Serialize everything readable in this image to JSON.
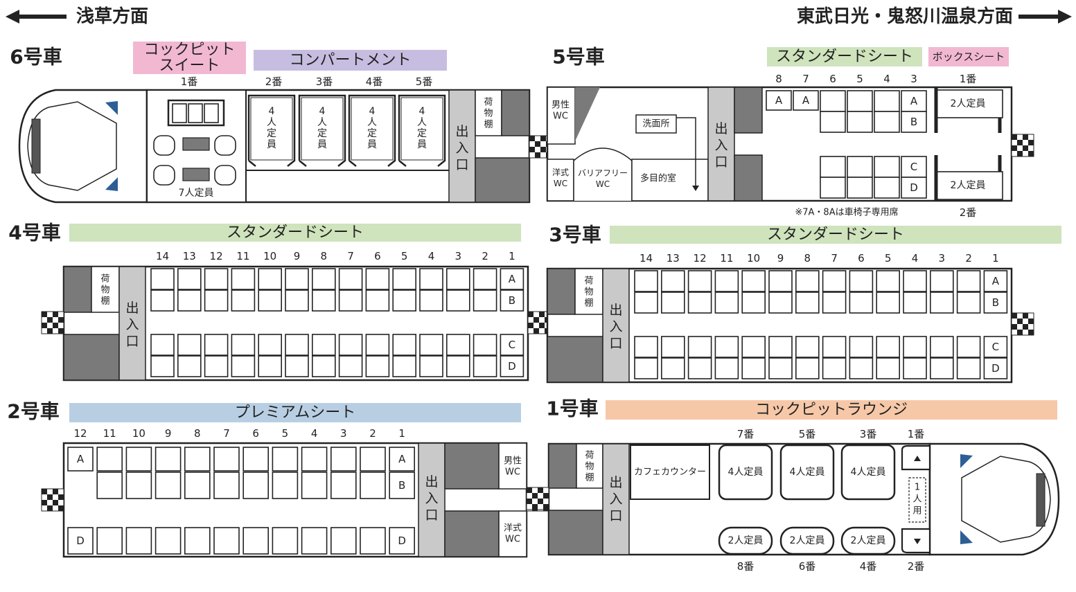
{
  "directions": {
    "left": "浅草方面",
    "right": "東武日光・鬼怒川温泉方面"
  },
  "colors": {
    "cockpit_suite": "#f2b8d2",
    "compartment": "#c7bde0",
    "standard": "#cfe3bd",
    "box": "#f2b8d2",
    "premium": "#b8cfe3",
    "lounge": "#f6c8a8",
    "grey": "#7a7a7a",
    "light_grey": "#c9c9c9",
    "blue": "#2d5f95"
  },
  "seat_letters": {
    "a": "A",
    "b": "B",
    "c": "C",
    "d": "D"
  },
  "common": {
    "entrance": "出入口",
    "luggage": "荷物棚",
    "men_wc": "男性 WC",
    "western_wc": "洋式 WC"
  },
  "car6": {
    "name": "6号車",
    "label_suite": "コックピット スイート",
    "label_compartment": "コンパートメント",
    "suite_no": "1番",
    "suite_capacity": "7人定員",
    "compartments": [
      {
        "no": "2番",
        "capacity": "4人定員"
      },
      {
        "no": "3番",
        "capacity": "4人定員"
      },
      {
        "no": "4番",
        "capacity": "4人定員"
      },
      {
        "no": "5番",
        "capacity": "4人定員"
      }
    ]
  },
  "car5": {
    "name": "5号車",
    "label_standard": "スタンダードシート",
    "label_box": "ボックスシート",
    "rows": [
      "8",
      "7",
      "6",
      "5",
      "4",
      "3"
    ],
    "box_top": {
      "no": "1番",
      "capacity": "2人定員"
    },
    "box_bottom": {
      "no": "2番",
      "capacity": "2人定員"
    },
    "washroom": "洗面所",
    "barrier_free_wc": "バリアフリー WC",
    "multipurpose": "多目的室",
    "note": "※7A・8Aは車椅子専用席"
  },
  "car4": {
    "name": "4号車",
    "label": "スタンダードシート",
    "rows": [
      "14",
      "13",
      "12",
      "11",
      "10",
      "9",
      "8",
      "7",
      "6",
      "5",
      "4",
      "3",
      "2",
      "1"
    ]
  },
  "car3": {
    "name": "3号車",
    "label": "スタンダードシート",
    "rows": [
      "14",
      "13",
      "12",
      "11",
      "10",
      "9",
      "8",
      "7",
      "6",
      "5",
      "4",
      "3",
      "2",
      "1"
    ]
  },
  "car2": {
    "name": "2号車",
    "label": "プレミアムシート",
    "rows": [
      "12",
      "11",
      "10",
      "9",
      "8",
      "7",
      "6",
      "5",
      "4",
      "3",
      "2",
      "1"
    ]
  },
  "car1": {
    "name": "1号車",
    "label": "コックピットラウンジ",
    "cafe": "カフェカウンター",
    "top_booths": [
      {
        "no": "7番",
        "capacity": "4人定員"
      },
      {
        "no": "5番",
        "capacity": "4人定員"
      },
      {
        "no": "3番",
        "capacity": "4人定員"
      },
      {
        "no": "1番",
        "capacity": ""
      }
    ],
    "bottom_booths": [
      {
        "no": "8番",
        "capacity": "2人定員"
      },
      {
        "no": "6番",
        "capacity": "2人定員"
      },
      {
        "no": "4番",
        "capacity": "2人定員"
      },
      {
        "no": "2番",
        "capacity": ""
      }
    ],
    "single_seat": "1人用"
  }
}
